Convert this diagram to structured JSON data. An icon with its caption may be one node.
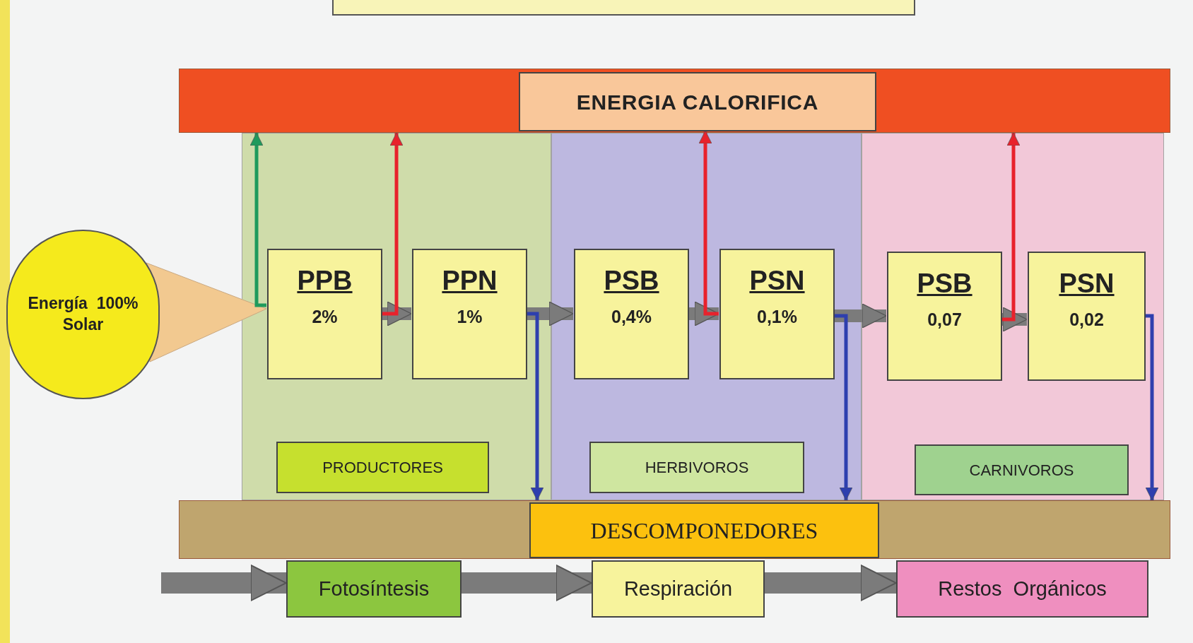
{
  "diagram": {
    "nodes": [
      {
        "text": [],
        "shape": "bar"
      },
      {
        "text": [
          "ENERGIA CALORIFICA"
        ],
        "in": 0
      },
      {
        "text": [
          "Energía  100% Solar"
        ]
      },
      {
        "text": [],
        "shape": "box"
      },
      {
        "text": [
          "PPB",
          "2%"
        ],
        "in": 3
      },
      {
        "text": [
          "PPN",
          "1%"
        ],
        "in": 3
      },
      {
        "text": [
          "PRODUCTORES"
        ],
        "in": 3
      },
      {
        "text": [],
        "shape": "box"
      },
      {
        "text": [
          "PSB",
          "0,4%"
        ],
        "in": 7
      },
      {
        "text": [
          "PSN",
          "0,1%"
        ],
        "in": 7
      },
      {
        "text": [
          "HERBIVOROS"
        ],
        "in": 7
      },
      {
        "text": [],
        "shape": "box"
      },
      {
        "text": [
          "PSB",
          "0,07"
        ],
        "in": 11
      },
      {
        "text": [
          "PSN",
          "0,02"
        ],
        "in": 11
      },
      {
        "text": [
          "CARNIVOROS"
        ],
        "in": 11
      },
      {
        "text": [],
        "shape": "bar"
      },
      {
        "text": [
          "DESCOMPONEDORES"
        ],
        "in": 15
      },
      {
        "text": [
          "Fotosíntesis"
        ]
      },
      {
        "text": [
          "Respiración"
        ]
      },
      {
        "text": [
          "Restos  Orgánicos"
        ]
      }
    ],
    "edges": [
      {
        "from": 2,
        "to": 4,
        "arrow": "to",
        "style": "thick",
        "color": "#f2c990"
      },
      {
        "from": 4,
        "to": 5,
        "arrow": "to"
      },
      {
        "from": 5,
        "to": 8,
        "arrow": "to"
      },
      {
        "from": 8,
        "to": 9,
        "arrow": "to"
      },
      {
        "from": 9,
        "to": 12,
        "arrow": "to"
      },
      {
        "from": 12,
        "to": 13,
        "arrow": "to"
      },
      {
        "from": 4,
        "to": 0,
        "arrow": "to",
        "color": "#1f9a5c"
      },
      {
        "from": 4,
        "to": 0,
        "arrow": "to",
        "color": "#e8222c"
      },
      {
        "from": 9,
        "to": 1,
        "arrow": "to",
        "color": "#e8222c"
      },
      {
        "from": 12,
        "to": 0,
        "arrow": "to",
        "color": "#e8222c"
      },
      {
        "from": 5,
        "to": 15,
        "arrow": "to",
        "color": "#2e3fae"
      },
      {
        "from": 9,
        "to": 15,
        "arrow": "to",
        "color": "#2e3fae"
      },
      {
        "from": 13,
        "to": 15,
        "arrow": "to",
        "color": "#2e3fae"
      },
      {
        "from": null,
        "to": 17,
        "arrow": "to"
      },
      {
        "from": 17,
        "to": 18,
        "arrow": "to"
      },
      {
        "from": 18,
        "to": 19,
        "arrow": "to"
      }
    ]
  }
}
